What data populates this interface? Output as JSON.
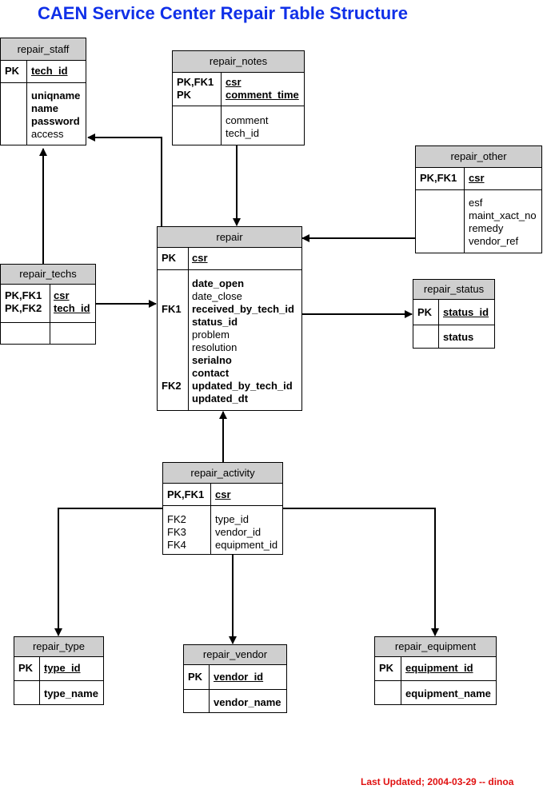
{
  "title": "CAEN Service Center Repair Table Structure",
  "footer": "Last Updated; 2004-03-29 -- dinoa",
  "tables": {
    "repair_staff": {
      "name": "repair_staff",
      "pk_keys": [
        "PK"
      ],
      "pk_fields": [
        "tech_id"
      ],
      "fk_keys": [],
      "fields": [
        "uniqname",
        "name",
        "password",
        "access"
      ]
    },
    "repair_notes": {
      "name": "repair_notes",
      "pk_keys": [
        "PK,FK1",
        "PK"
      ],
      "pk_fields": [
        "csr",
        "comment_time"
      ],
      "fk_keys": [],
      "fields": [
        "comment",
        "tech_id"
      ]
    },
    "repair_other": {
      "name": "repair_other",
      "pk_keys": [
        "PK,FK1"
      ],
      "pk_fields": [
        "csr"
      ],
      "fk_keys": [],
      "fields": [
        "esf",
        "maint_xact_no",
        "remedy",
        "vendor_ref"
      ]
    },
    "repair": {
      "name": "repair",
      "pk_keys": [
        "PK"
      ],
      "pk_fields": [
        "csr"
      ],
      "fk_keys": [
        "",
        "",
        "FK1",
        "",
        "",
        "",
        "",
        "",
        "FK2",
        ""
      ],
      "fields": [
        "date_open",
        "date_close",
        "received_by_tech_id",
        "status_id",
        "problem",
        "resolution",
        "serialno",
        "contact",
        "updated_by_tech_id",
        "updated_dt"
      ]
    },
    "repair_techs": {
      "name": "repair_techs",
      "pk_keys": [
        "PK,FK1",
        "PK,FK2"
      ],
      "pk_fields": [
        "csr",
        "tech_id"
      ],
      "fk_keys": [],
      "fields": []
    },
    "repair_status": {
      "name": "repair_status",
      "pk_keys": [
        "PK"
      ],
      "pk_fields": [
        "status_id"
      ],
      "fk_keys": [],
      "fields": [
        "status"
      ]
    },
    "repair_activity": {
      "name": "repair_activity",
      "pk_keys": [
        "PK,FK1"
      ],
      "pk_fields": [
        "csr"
      ],
      "fk_keys": [
        "FK2",
        "FK3",
        "FK4"
      ],
      "fields": [
        "type_id",
        "vendor_id",
        "equipment_id"
      ]
    },
    "repair_type": {
      "name": "repair_type",
      "pk_keys": [
        "PK"
      ],
      "pk_fields": [
        "type_id"
      ],
      "fk_keys": [],
      "fields": [
        "type_name"
      ]
    },
    "repair_vendor": {
      "name": "repair_vendor",
      "pk_keys": [
        "PK"
      ],
      "pk_fields": [
        "vendor_id"
      ],
      "fk_keys": [],
      "fields": [
        "vendor_name"
      ]
    },
    "repair_equipment": {
      "name": "repair_equipment",
      "pk_keys": [
        "PK"
      ],
      "pk_fields": [
        "equipment_id"
      ],
      "fk_keys": [],
      "fields": [
        "equipment_name"
      ]
    }
  },
  "relationships": [
    {
      "from": "repair",
      "to": "repair_staff"
    },
    {
      "from": "repair_techs",
      "to": "repair_staff"
    },
    {
      "from": "repair_notes",
      "to": "repair"
    },
    {
      "from": "repair_other",
      "to": "repair"
    },
    {
      "from": "repair_techs",
      "to": "repair"
    },
    {
      "from": "repair",
      "to": "repair_status"
    },
    {
      "from": "repair_activity",
      "to": "repair"
    },
    {
      "from": "repair_activity",
      "to": "repair_type"
    },
    {
      "from": "repair_activity",
      "to": "repair_vendor"
    },
    {
      "from": "repair_activity",
      "to": "repair_equipment"
    }
  ]
}
